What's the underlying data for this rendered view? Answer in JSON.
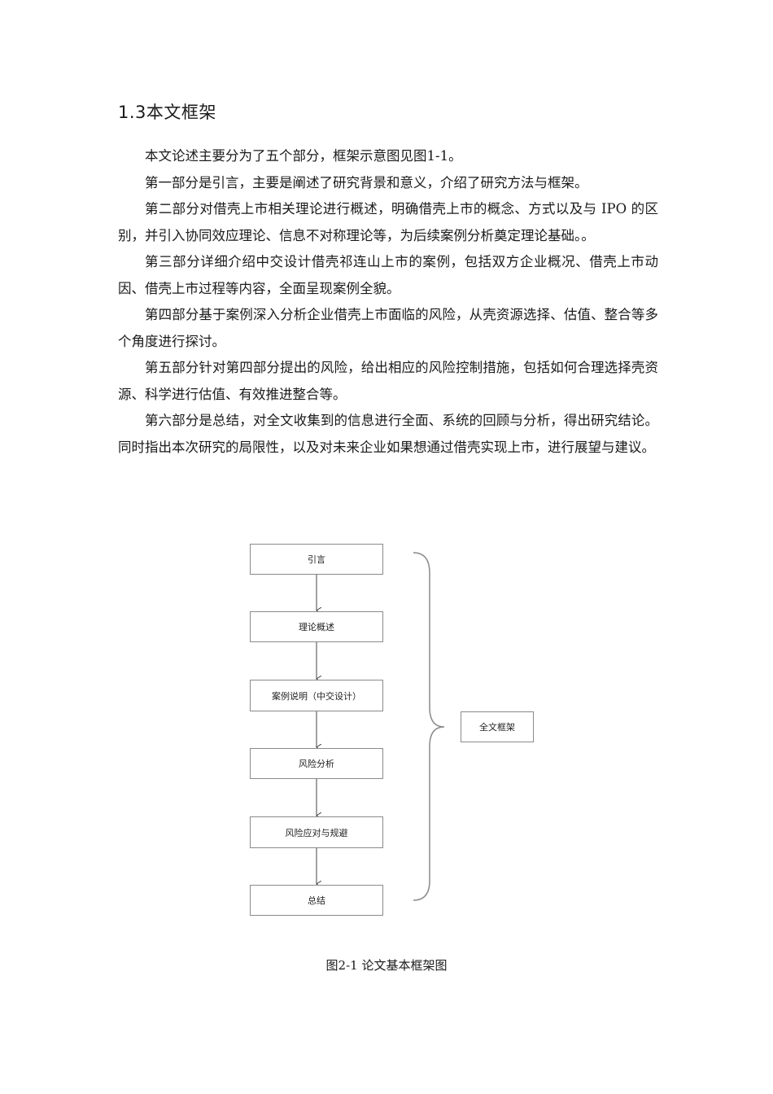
{
  "section": {
    "heading": "1.3本文框架"
  },
  "paragraphs": [
    "本文论述主要分为了五个部分，框架示意图见图1-1。",
    "第一部分是引言，主要是阐述了研究背景和意义，介绍了研究方法与框架。",
    "第二部分对借壳上市相关理论进行概述，明确借壳上市的概念、方式以及与 IPO 的区别，并引入协同效应理论、信息不对称理论等，为后续案例分析奠定理论基础。。",
    "第三部分详细介绍中交设计借壳祁连山上市的案例，包括双方企业概况、借壳上市动因、借壳上市过程等内容，全面呈现案例全貌。",
    "第四部分基于案例深入分析企业借壳上市面临的风险，从壳资源选择、估值、整合等多个角度进行探讨。",
    "第五部分针对第四部分提出的风险，给出相应的风险控制措施，包括如何合理选择壳资源、科学进行估值、有效推进整合等。",
    "第六部分是总结，对全文收集到的信息进行全面、系统的回顾与分析，得出研究结论。同时指出本次研究的局限性，以及对未来企业如果想通过借壳实现上市，进行展望与建议。"
  ],
  "diagram": {
    "steps": [
      "引言",
      "理论概述",
      "案例说明（中交设计）",
      "风险分析",
      "风险应对与规避",
      "总结"
    ],
    "summary_box": "全文框架"
  },
  "figure": {
    "caption": "图2-1 论文基本框架图"
  }
}
